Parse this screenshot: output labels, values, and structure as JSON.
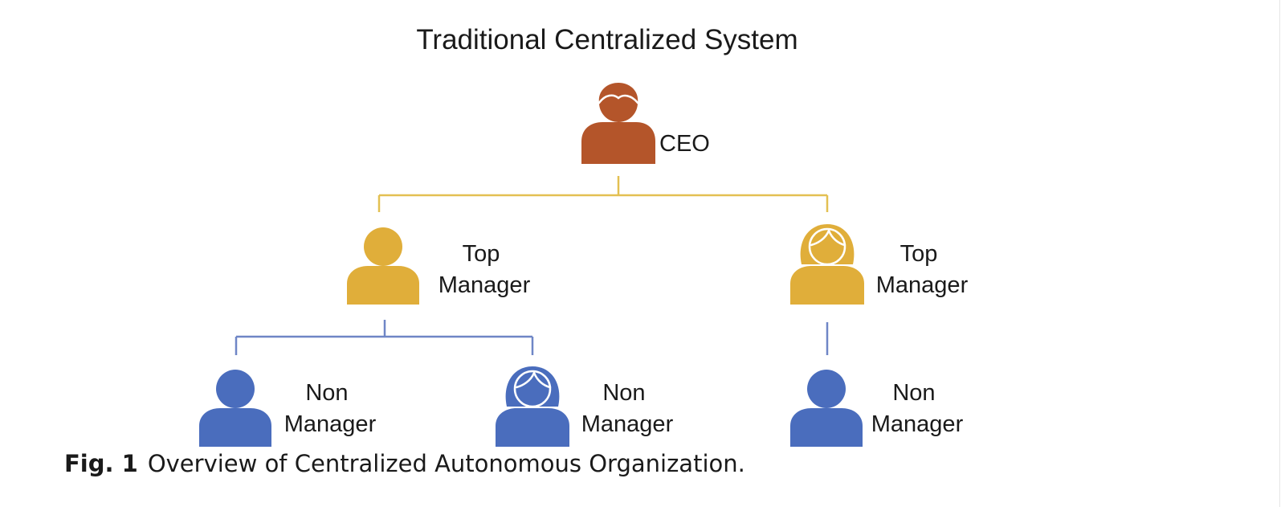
{
  "title": "Traditional Centralized System",
  "colors": {
    "ceo": "#B4552A",
    "top_manager": "#E0AE3A",
    "non_manager": "#4A6DBD",
    "connector_top": "#E3C052",
    "connector_bottom": "#6F86C6"
  },
  "nodes": {
    "ceo": {
      "label_lines": [
        "CEO"
      ],
      "icon": "man-icon"
    },
    "top_manager_left": {
      "label_lines": [
        "Top",
        "Manager"
      ],
      "icon": "person-icon"
    },
    "top_manager_right": {
      "label_lines": [
        "Top",
        "Manager"
      ],
      "icon": "woman-icon"
    },
    "non_manager_1": {
      "label_lines": [
        "Non",
        "Manager"
      ],
      "icon": "person-icon"
    },
    "non_manager_2": {
      "label_lines": [
        "Non",
        "Manager"
      ],
      "icon": "woman-icon"
    },
    "non_manager_3": {
      "label_lines": [
        "Non",
        "Manager"
      ],
      "icon": "person-icon"
    }
  },
  "caption": {
    "number": "Fig. 1",
    "text": "Overview of Centralized Autonomous Organization."
  }
}
